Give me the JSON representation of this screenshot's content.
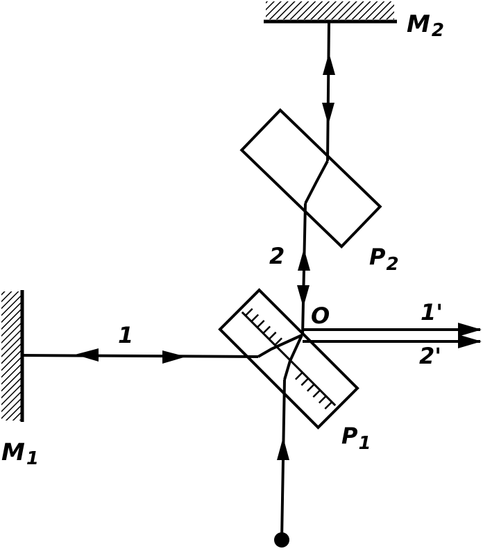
{
  "labels": {
    "mirror_1": "M",
    "mirror_1_sub": "1",
    "mirror_2": "M",
    "mirror_2_sub": "2",
    "plate_1": "P",
    "plate_1_sub": "1",
    "plate_2": "P",
    "plate_2_sub": "2",
    "beam_1": "1",
    "beam_2": "2",
    "point_o": "O",
    "output_1": "1'",
    "output_2": "2'"
  },
  "colors": {
    "ink": "#000000",
    "paper": "#ffffff"
  }
}
